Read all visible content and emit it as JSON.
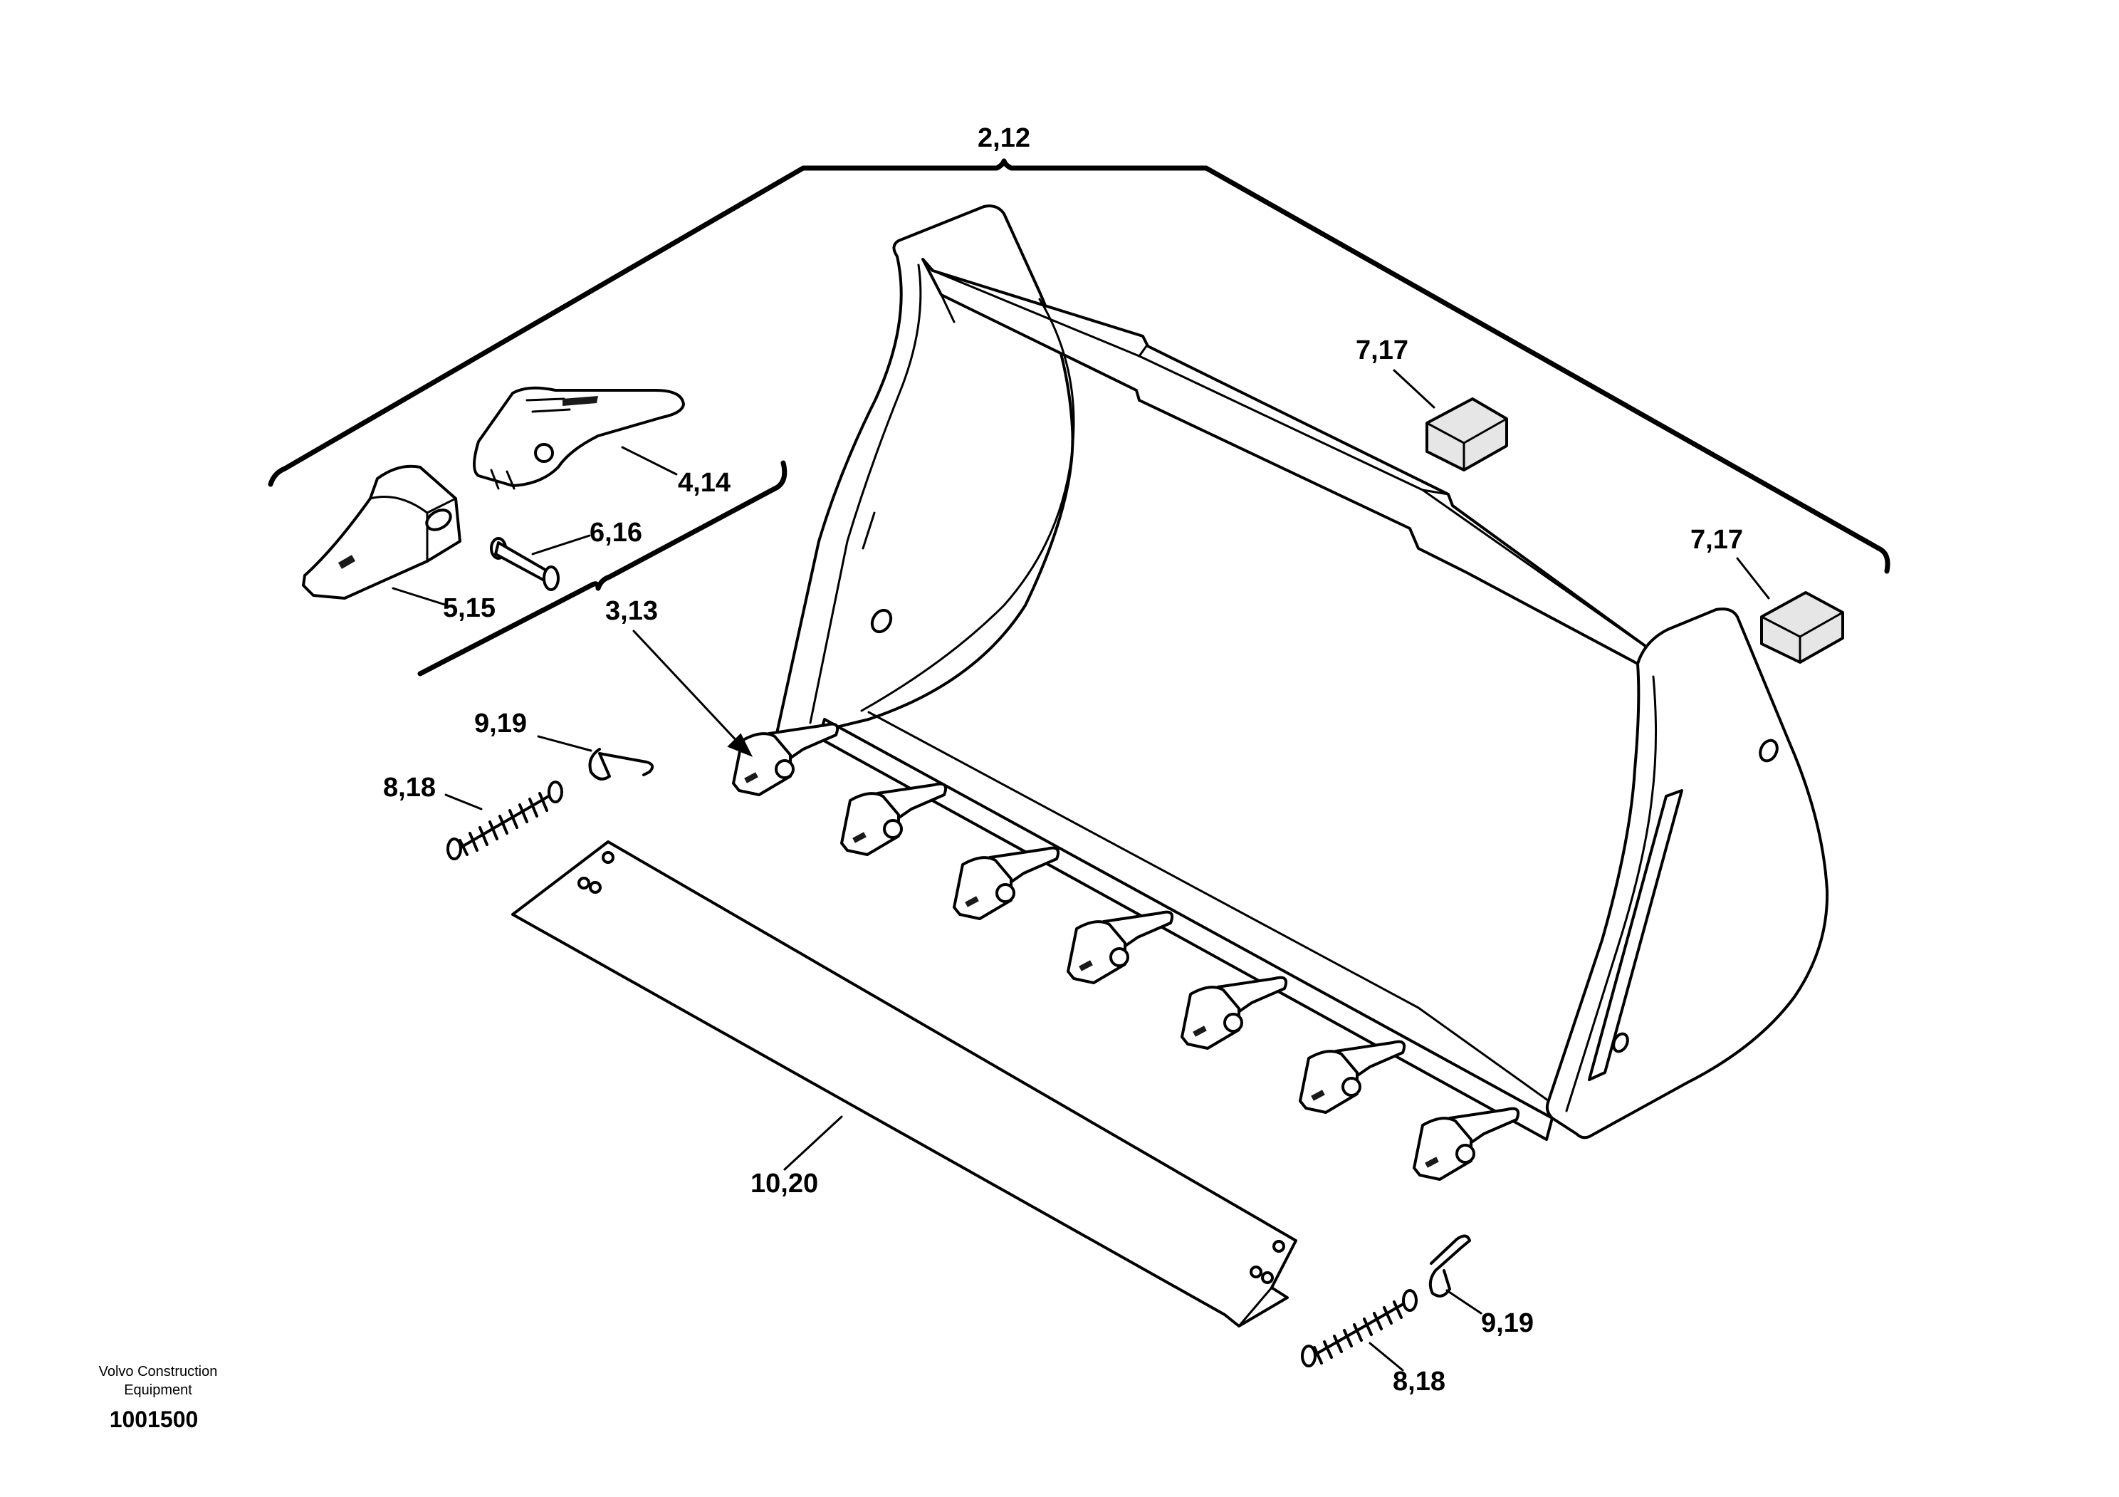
{
  "labels": {
    "bucket": "2,12",
    "teeth_adapter": "3,13",
    "tooth": "4,14",
    "adapter": "5,15",
    "pin": "6,16",
    "wear_block_1": "7,17",
    "wear_block_2": "7,17",
    "spring_1": "8,18",
    "spring_2": "8,18",
    "clip_1": "9,19",
    "clip_2": "9,19",
    "cover_plate": "10,20"
  },
  "footer": {
    "brand_line_1": "Volvo Construction",
    "brand_line_2": "Equipment",
    "drawing_number": "1001500"
  }
}
